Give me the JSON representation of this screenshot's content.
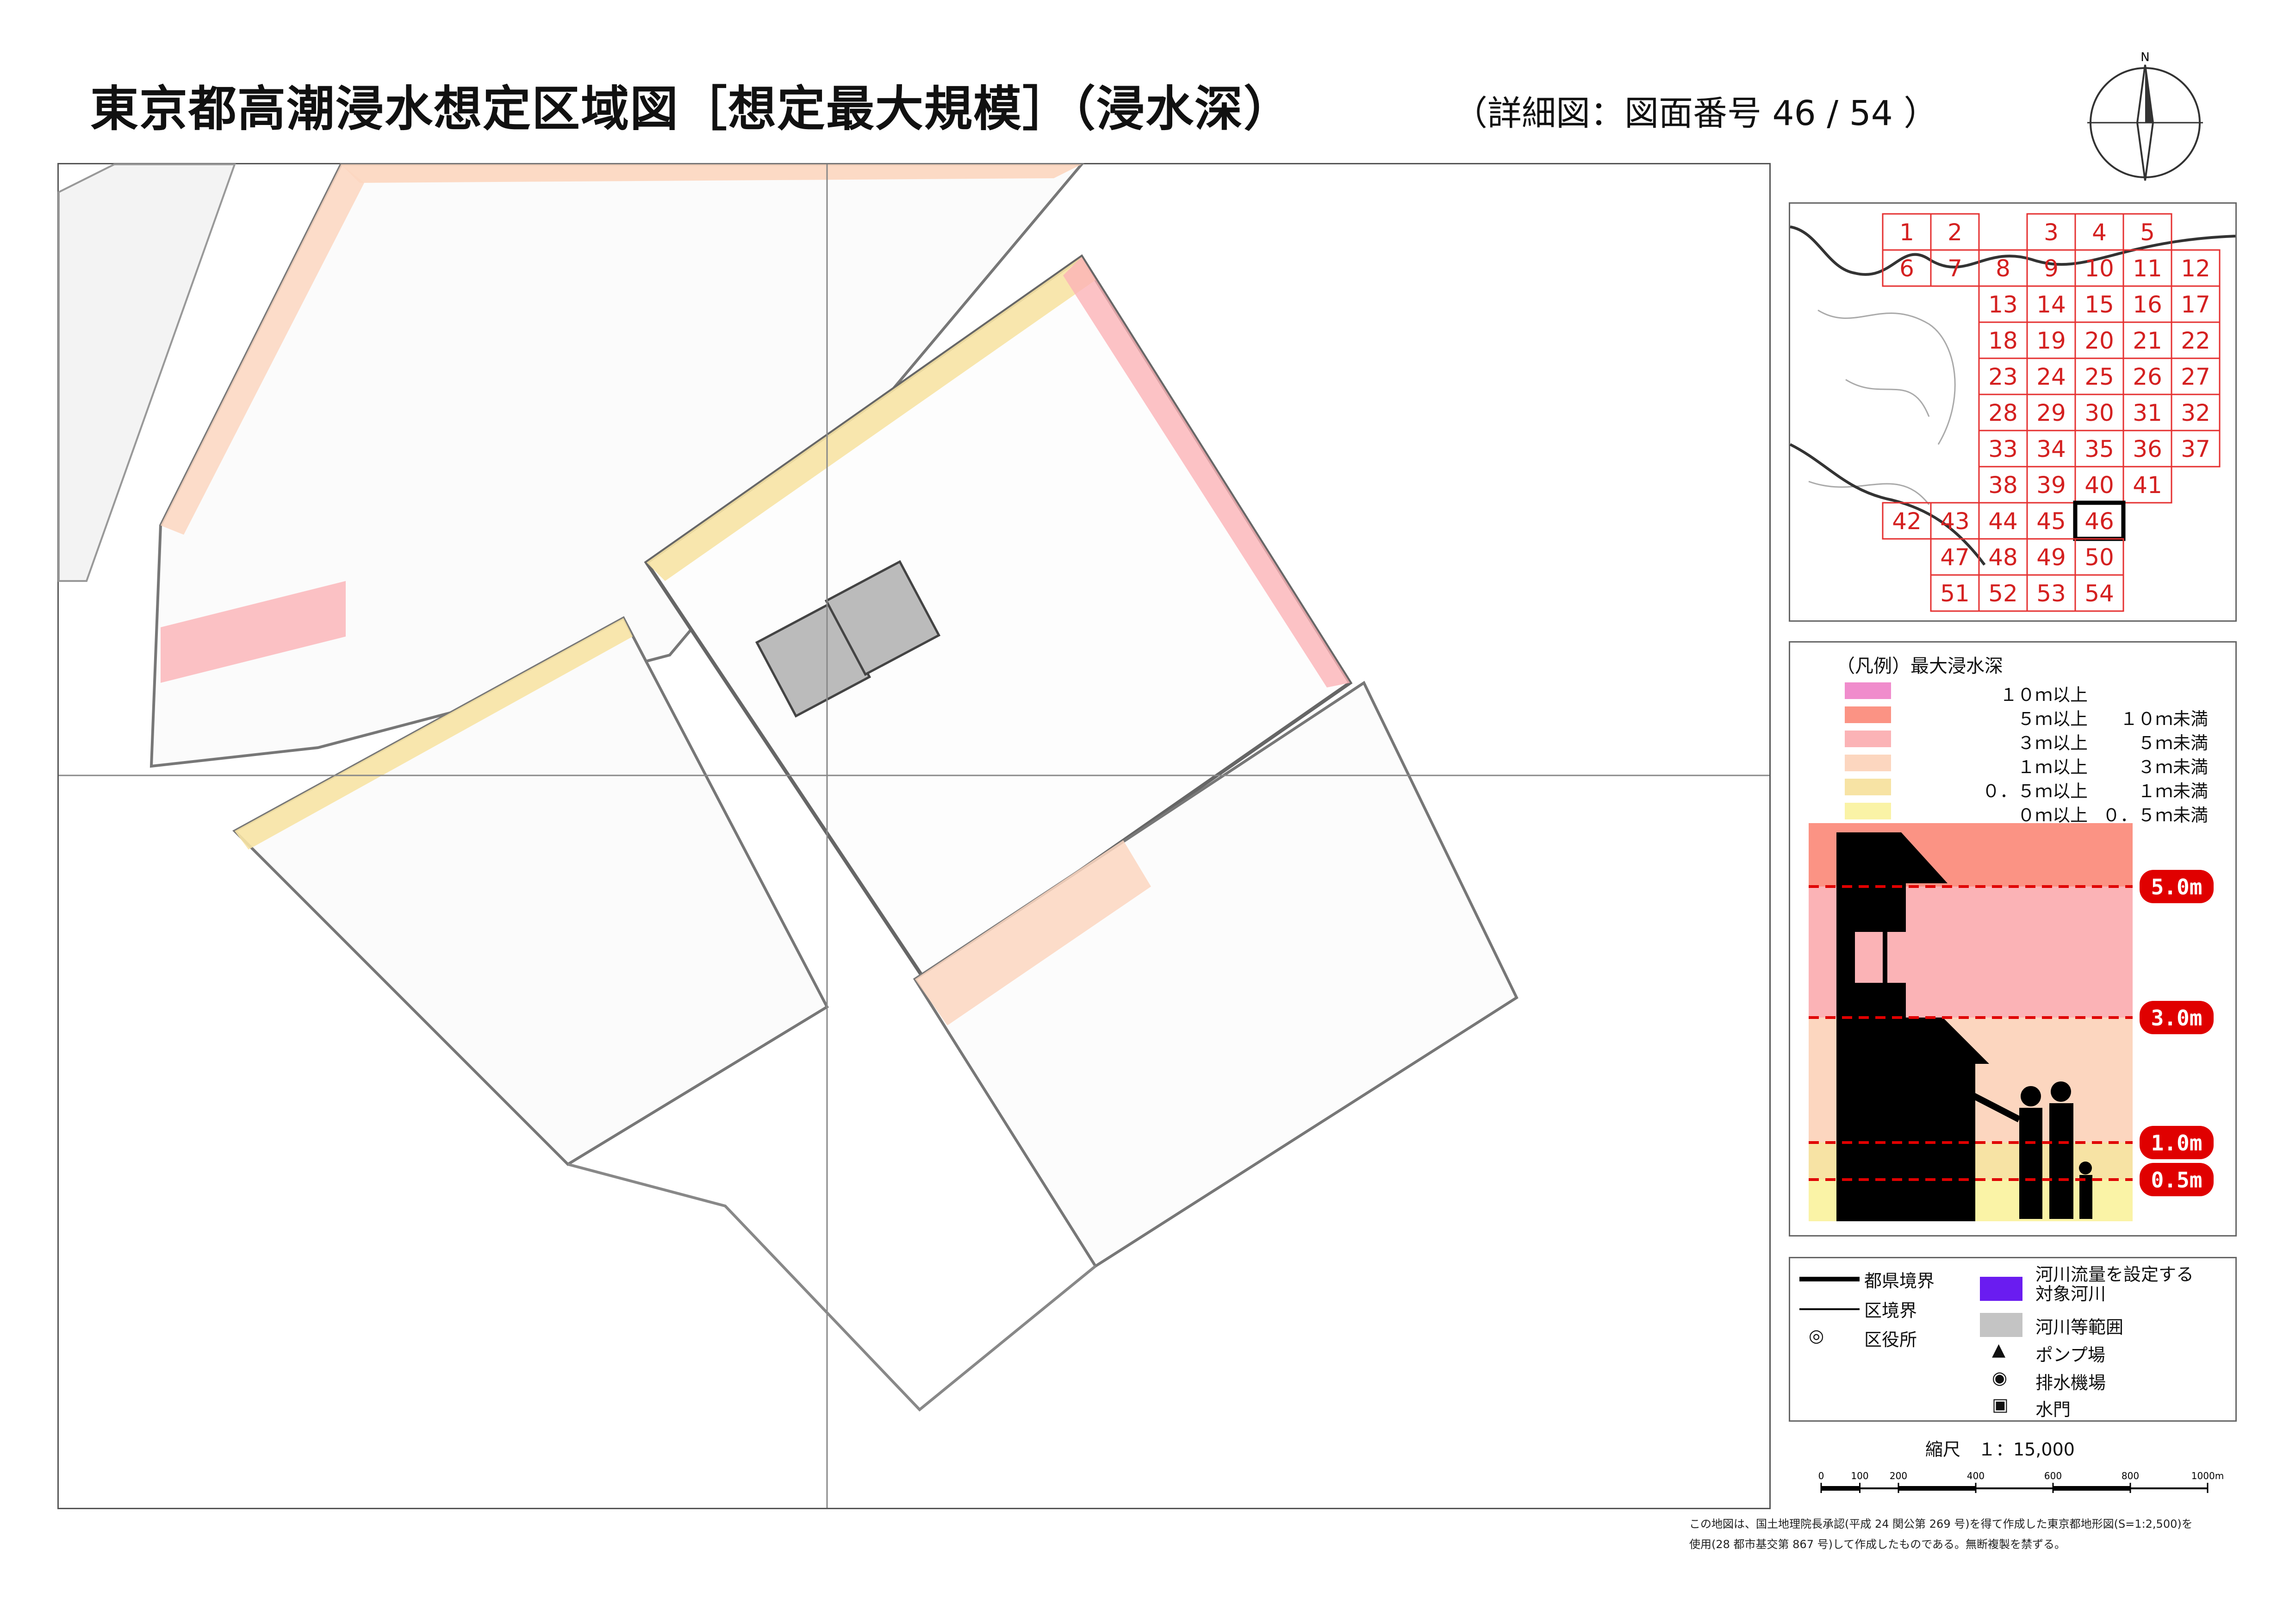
{
  "header": {
    "title": "東京都高潮浸水想定区域図［想定最大規模］（浸水深）",
    "subtitle": "（詳細図：図面番号 46 / 54 ）",
    "north_label": "N"
  },
  "index_map": {
    "selected_sheet": "46",
    "sheets": [
      {
        "n": "1",
        "c": 0,
        "r": 0
      },
      {
        "n": "2",
        "c": 1,
        "r": 0
      },
      {
        "n": "3",
        "c": 3,
        "r": 0
      },
      {
        "n": "4",
        "c": 4,
        "r": 0
      },
      {
        "n": "5",
        "c": 5,
        "r": 0
      },
      {
        "n": "6",
        "c": 0,
        "r": 1
      },
      {
        "n": "7",
        "c": 1,
        "r": 1
      },
      {
        "n": "8",
        "c": 2,
        "r": 1
      },
      {
        "n": "9",
        "c": 3,
        "r": 1
      },
      {
        "n": "10",
        "c": 4,
        "r": 1
      },
      {
        "n": "11",
        "c": 5,
        "r": 1
      },
      {
        "n": "12",
        "c": 6,
        "r": 1
      },
      {
        "n": "13",
        "c": 2,
        "r": 2
      },
      {
        "n": "14",
        "c": 3,
        "r": 2
      },
      {
        "n": "15",
        "c": 4,
        "r": 2
      },
      {
        "n": "16",
        "c": 5,
        "r": 2
      },
      {
        "n": "17",
        "c": 6,
        "r": 2
      },
      {
        "n": "18",
        "c": 2,
        "r": 3
      },
      {
        "n": "19",
        "c": 3,
        "r": 3
      },
      {
        "n": "20",
        "c": 4,
        "r": 3
      },
      {
        "n": "21",
        "c": 5,
        "r": 3
      },
      {
        "n": "22",
        "c": 6,
        "r": 3
      },
      {
        "n": "23",
        "c": 2,
        "r": 4
      },
      {
        "n": "24",
        "c": 3,
        "r": 4
      },
      {
        "n": "25",
        "c": 4,
        "r": 4
      },
      {
        "n": "26",
        "c": 5,
        "r": 4
      },
      {
        "n": "27",
        "c": 6,
        "r": 4
      },
      {
        "n": "28",
        "c": 2,
        "r": 5
      },
      {
        "n": "29",
        "c": 3,
        "r": 5
      },
      {
        "n": "30",
        "c": 4,
        "r": 5
      },
      {
        "n": "31",
        "c": 5,
        "r": 5
      },
      {
        "n": "32",
        "c": 6,
        "r": 5
      },
      {
        "n": "33",
        "c": 2,
        "r": 6
      },
      {
        "n": "34",
        "c": 3,
        "r": 6
      },
      {
        "n": "35",
        "c": 4,
        "r": 6
      },
      {
        "n": "36",
        "c": 5,
        "r": 6
      },
      {
        "n": "37",
        "c": 6,
        "r": 6
      },
      {
        "n": "38",
        "c": 2,
        "r": 7
      },
      {
        "n": "39",
        "c": 3,
        "r": 7
      },
      {
        "n": "40",
        "c": 4,
        "r": 7
      },
      {
        "n": "41",
        "c": 5,
        "r": 7
      },
      {
        "n": "42",
        "c": 0,
        "r": 8
      },
      {
        "n": "43",
        "c": 1,
        "r": 8
      },
      {
        "n": "44",
        "c": 2,
        "r": 8
      },
      {
        "n": "45",
        "c": 3,
        "r": 8
      },
      {
        "n": "46",
        "c": 4,
        "r": 8
      },
      {
        "n": "47",
        "c": 1,
        "r": 9
      },
      {
        "n": "48",
        "c": 2,
        "r": 9
      },
      {
        "n": "49",
        "c": 3,
        "r": 9
      },
      {
        "n": "50",
        "c": 4,
        "r": 9
      },
      {
        "n": "51",
        "c": 1,
        "r": 10
      },
      {
        "n": "52",
        "c": 2,
        "r": 10
      },
      {
        "n": "53",
        "c": 3,
        "r": 10
      },
      {
        "n": "54",
        "c": 4,
        "r": 10
      }
    ]
  },
  "legend": {
    "title": "（凡例）最大浸水深",
    "items": [
      {
        "color": "#f08ccc",
        "from": "１０ｍ以上",
        "to": ""
      },
      {
        "color": "#fb9384",
        "from": "５ｍ以上",
        "to": "１０ｍ未満"
      },
      {
        "color": "#fbb3b6",
        "from": "３ｍ以上",
        "to": "５ｍ未満"
      },
      {
        "color": "#fcd6bf",
        "from": "１ｍ以上",
        "to": "３ｍ未満"
      },
      {
        "color": "#f7e3a4",
        "from": "０．５ｍ以上",
        "to": "１ｍ未満"
      },
      {
        "color": "#faf3a6",
        "from": "０ｍ以上",
        "to": "０．５ｍ未満"
      }
    ],
    "depth_markers": [
      {
        "label": "5.0m",
        "depth": 5.0
      },
      {
        "label": "3.0m",
        "depth": 3.0
      },
      {
        "label": "1.0m",
        "depth": 1.0
      },
      {
        "label": "0.5m",
        "depth": 0.5
      }
    ]
  },
  "symbols": {
    "prefecture_boundary": "都県境界",
    "ward_boundary": "区境界",
    "ward_office": "区役所",
    "target_river_line1": "河川流量を設定する",
    "target_river_line2": "対象河川",
    "river_area": "河川等範囲",
    "pump_station": "ポンプ場",
    "drainage_station": "排水機場",
    "floodgate": "水門",
    "colors": {
      "target_river": "#6a1cf0",
      "river_area": "#c4c4c4"
    }
  },
  "scale": {
    "label": "縮尺　１：15,000",
    "ticks": [
      "0",
      "100",
      "200",
      "400",
      "600",
      "800",
      "1000m"
    ],
    "tick_values": [
      0,
      100,
      200,
      400,
      600,
      800,
      1000
    ]
  },
  "credit": {
    "line1": "この地図は、国土地理院長承認(平成 24 関公第 269 号)を得て作成した東京都地形図(S=1:2,500)を",
    "line2": "使用(28 都市基交第 867 号)して作成したものである。無断複製を禁ずる。"
  }
}
